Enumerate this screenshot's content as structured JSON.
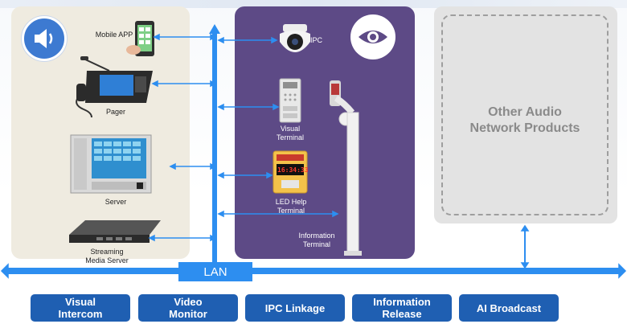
{
  "left_panel": {
    "items": [
      {
        "label": "Mobile APP"
      },
      {
        "label": "Pager"
      },
      {
        "label": "Server"
      },
      {
        "label": "Streaming Media Server"
      }
    ]
  },
  "middle_panel": {
    "items": [
      {
        "label": "IPC"
      },
      {
        "label": "Visual Terminal"
      },
      {
        "label": "LED Help Terminal"
      },
      {
        "label": "Information Terminal"
      }
    ],
    "led_display_text": "16:34:33"
  },
  "right_panel": {
    "line1": "Other Audio",
    "line2": "Network Products"
  },
  "network": {
    "label": "LAN"
  },
  "features": [
    {
      "label": "Visual\nIntercom"
    },
    {
      "label": "Video\nMonitor"
    },
    {
      "label": "IPC Linkage"
    },
    {
      "label": "Information\nRelease"
    },
    {
      "label": "AI Broadcast"
    }
  ],
  "colors": {
    "lan_blue": "#2d8ef0",
    "feature_blue": "#1f5fb2",
    "purple_panel": "#5d4a86",
    "beige_panel": "#efebe0",
    "grey_panel": "#e3e3e3"
  }
}
